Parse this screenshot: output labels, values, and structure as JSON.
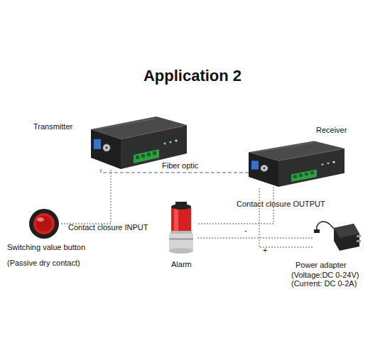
{
  "diagram": {
    "title": "Application 2",
    "nodes": [
      {
        "text": [
          "Transmitter"
        ]
      },
      {
        "text": [
          "Receiver"
        ]
      },
      {
        "text": [
          "Switching value button",
          "(Passive dry contact)"
        ]
      },
      {
        "text": [
          "Alarm"
        ]
      },
      {
        "text": [
          "Power adapter",
          "(Voltage:DC 0-24V)",
          "(Current: DC 0-2A)"
        ]
      }
    ],
    "edges": [
      {
        "from": 0,
        "to": 1,
        "label": "Fiber optic",
        "arrow": "none"
      },
      {
        "from": 2,
        "to": 0,
        "label": "Contact closure INPUT",
        "arrow": "none"
      },
      {
        "from": 1,
        "to": 3,
        "label": "Contact closure OUTPUT",
        "arrow": "none"
      },
      {
        "from": 4,
        "to": 3,
        "label": "-",
        "arrow": "none"
      },
      {
        "from": 4,
        "to": 1,
        "label": "+",
        "arrow": "none"
      }
    ]
  }
}
